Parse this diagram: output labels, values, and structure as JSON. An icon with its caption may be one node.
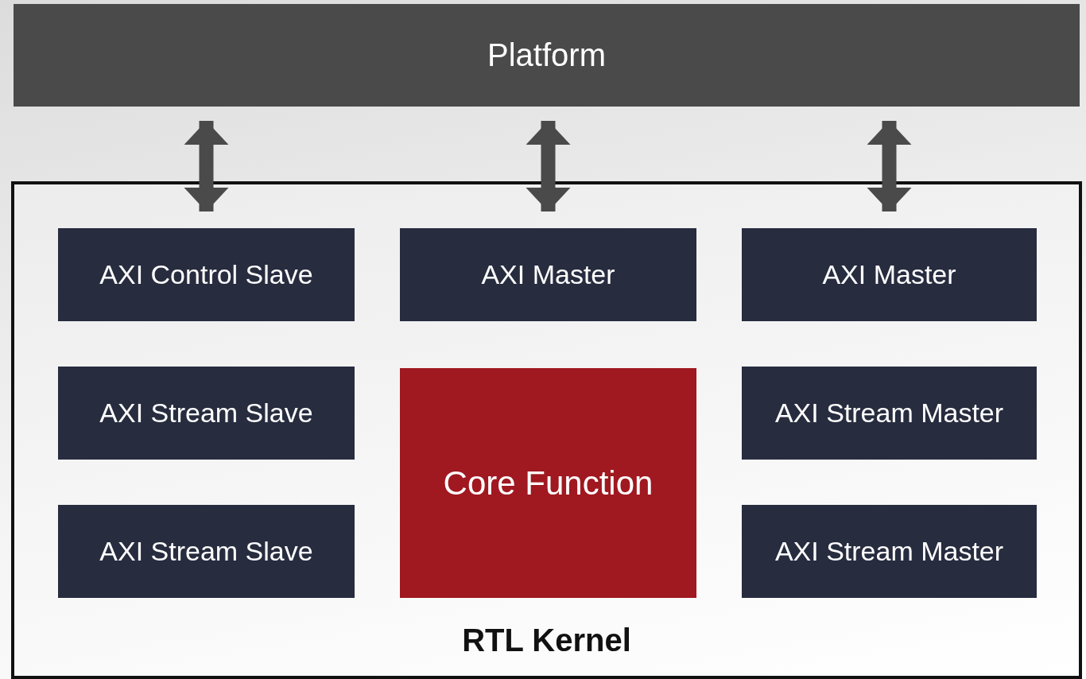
{
  "diagram": {
    "nodes": [
      {
        "text": [
          "Platform"
        ]
      },
      {
        "text": [
          "RTL Kernel"
        ]
      },
      {
        "text": [
          "AXI Control Slave"
        ],
        "in": 1
      },
      {
        "text": [
          "AXI Master"
        ],
        "in": 1
      },
      {
        "text": [
          "AXI Master"
        ],
        "in": 1
      },
      {
        "text": [
          "AXI Stream Slave"
        ],
        "in": 1
      },
      {
        "text": [
          "Core Function"
        ],
        "in": 1
      },
      {
        "text": [
          "AXI Stream Master"
        ],
        "in": 1
      },
      {
        "text": [
          "AXI Stream Slave"
        ],
        "in": 1
      },
      {
        "text": [
          "AXI Stream Master"
        ],
        "in": 1
      }
    ],
    "edges": [
      {
        "from": 0,
        "to": 2,
        "arrow": "both"
      },
      {
        "from": 0,
        "to": 3,
        "arrow": "both"
      },
      {
        "from": 0,
        "to": 4,
        "arrow": "both"
      }
    ]
  }
}
